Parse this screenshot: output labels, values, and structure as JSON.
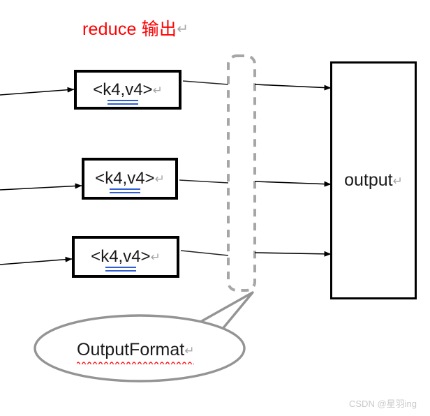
{
  "diagram": {
    "title": {
      "text": "reduce 输出",
      "mark": "↵",
      "color": "#ff0000"
    },
    "kv_boxes": [
      {
        "label": "<k4,v4>",
        "mark": "↵"
      },
      {
        "label": "<k4,v4>",
        "mark": "↵"
      },
      {
        "label": "<k4,v4>",
        "mark": "↵"
      }
    ],
    "pipeline_bar": {
      "name": "output-format-stage",
      "style": "dashed-rounded",
      "color": "#a6a6a6"
    },
    "output_box": {
      "label": "output",
      "mark": "↵"
    },
    "callout": {
      "label": "OutputFormat",
      "mark": "↵",
      "outline_color": "#949494",
      "spellcheck_underline_color": "#ff0000"
    },
    "arrows": {
      "incoming_count": 3,
      "outgoing_count": 3,
      "color": "#000000"
    }
  },
  "watermark": {
    "text": "CSDN @星羽ing",
    "color": "#c9c9c9"
  }
}
